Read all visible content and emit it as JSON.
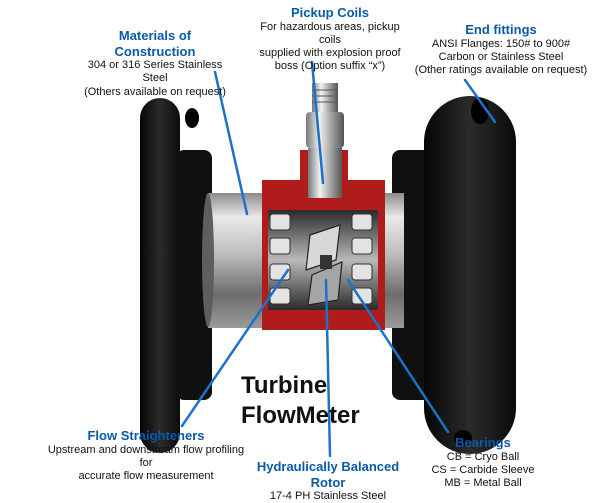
{
  "callouts": {
    "materials": {
      "title": "Materials of Construction",
      "lines": [
        "304 or 316 Series Stainless Steel",
        "(Others available on request)"
      ]
    },
    "pickup": {
      "title": "Pickup Coils",
      "lines": [
        "For hazardous areas, pickup coils",
        "supplied with explosion proof",
        "boss (Option suffix “x”)"
      ]
    },
    "end_fittings": {
      "title": "End fittings",
      "lines": [
        "ANSI Flanges: 150# to 900#",
        "Carbon or Stainless Steel",
        "(Other ratings available on request)"
      ]
    },
    "flow_straighteners": {
      "title": "Flow Straighteners",
      "lines": [
        "Upstream and downstream flow profiling for",
        "accurate flow measurement"
      ]
    },
    "rotor": {
      "title": "Hydraulically Balanced Rotor",
      "lines": [
        "17-4 PH Stainless Steel"
      ]
    },
    "bearings": {
      "title": "Bearings",
      "lines": [
        "CB = Cryo Ball",
        "CS = Carbide Sleeve",
        "MB = Metal Ball"
      ]
    }
  },
  "product_name": {
    "line1": "Turbine",
    "line2": "FlowMeter"
  },
  "colors": {
    "callout_title": "#0a5aa8",
    "leader_line": "#1a73c9",
    "cutaway_red": "#b01c1c",
    "flange_black": "#151515"
  }
}
